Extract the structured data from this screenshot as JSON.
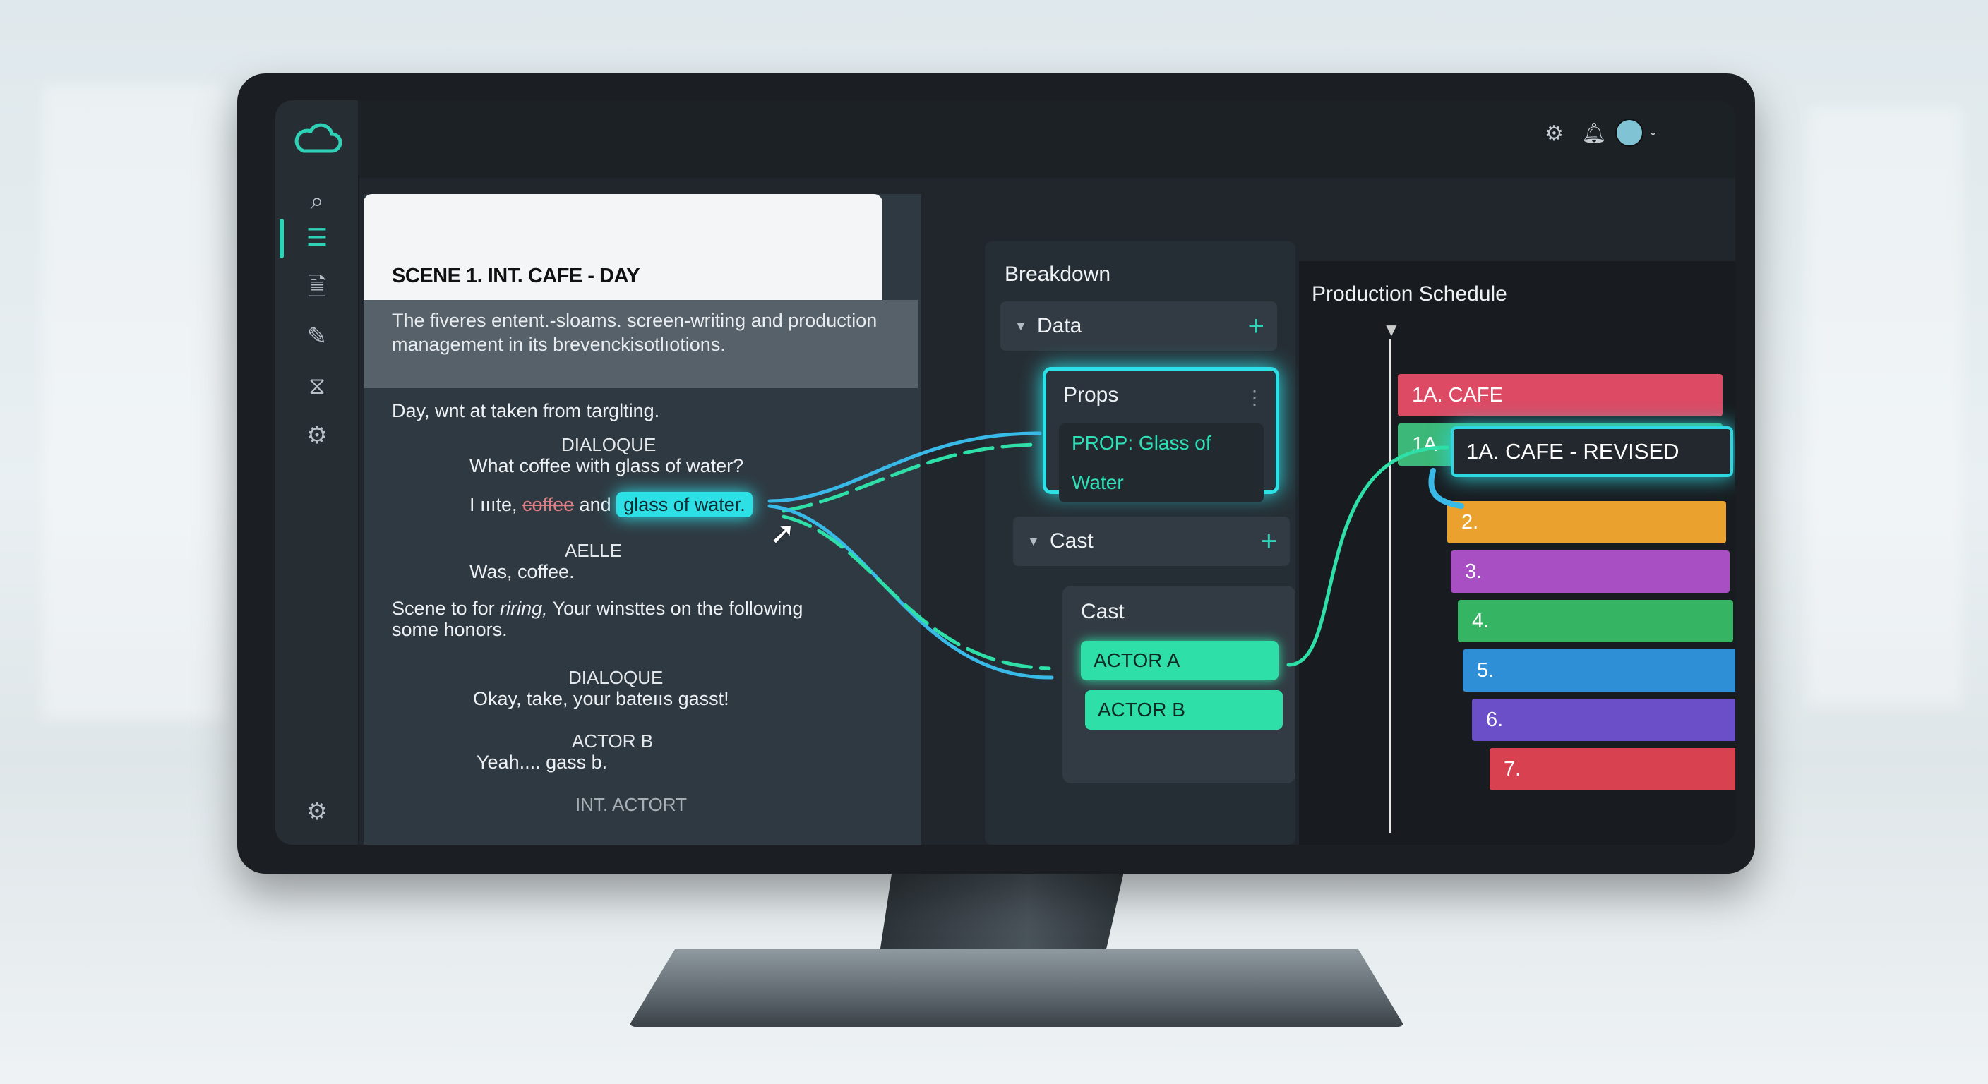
{
  "app": {
    "logo": "cloud-icon",
    "accent": "#2ed3b7",
    "glow": "#2de0e6"
  },
  "sidebar": {
    "items": [
      "search-icon",
      "script-icon",
      "document-icon",
      "edit-notes-icon",
      "breakdown-icon",
      "settings-icon"
    ],
    "active": "script-icon",
    "bottom": "settings-icon"
  },
  "topbar": {
    "icons": [
      "gear-icon",
      "bell-icon",
      "avatar"
    ],
    "menu": "chevron-down-icon"
  },
  "script": {
    "scene_heading": "SCENE 1. INT. CAFE - DAY",
    "description": "The fiveres entent.-sloams. screen-writing and production management in its brevenckisotlıotions.",
    "action1": "Day, wnt at taken from targlting.",
    "char1": "DIALOQUE",
    "dialog1": "What coffee with glass of water?",
    "line_prefix": "I ıııte,",
    "line_strike": "coffee",
    "line_mid": "and",
    "line_highlight": "glass of water.",
    "char2": "AELLE",
    "dialog2": "Was, coffee.",
    "action2_a": "Scene to for ",
    "action2_italic": "riring,",
    "action2_b": " Your winsttes on the following some honors.",
    "char3": "DIALOQUE",
    "dialog3": "Okay, take, your bateııs gasst!",
    "char4": "ACTOR B",
    "dialog4": "Yeah.... gass b.",
    "footer": "INT.  ACTORT"
  },
  "breakdown": {
    "title": "Breakdown",
    "data_row": "Data",
    "cast_row": "Cast",
    "props": {
      "title": "Props",
      "item": "PROP: Glass of Water"
    },
    "cast": {
      "title": "Cast",
      "items": [
        "ACTOR A",
        "ACTOR B"
      ]
    }
  },
  "schedule": {
    "title": "Production Schedule",
    "bars": [
      {
        "label": "1A. CAFE",
        "color": "#dc4a64"
      },
      {
        "label": "1A",
        "color": "#3cb878"
      },
      {
        "label": "2.",
        "color": "#eaa12e"
      },
      {
        "label": "3.",
        "color": "#a84fc4"
      },
      {
        "label": "4.",
        "color": "#35b464"
      },
      {
        "label": "5.",
        "color": "#2f8fd6"
      },
      {
        "label": "6.",
        "color": "#6a4fc8"
      },
      {
        "label": "7.",
        "color": "#d8414f"
      }
    ],
    "revised": "1A. CAFE - REVISED"
  }
}
